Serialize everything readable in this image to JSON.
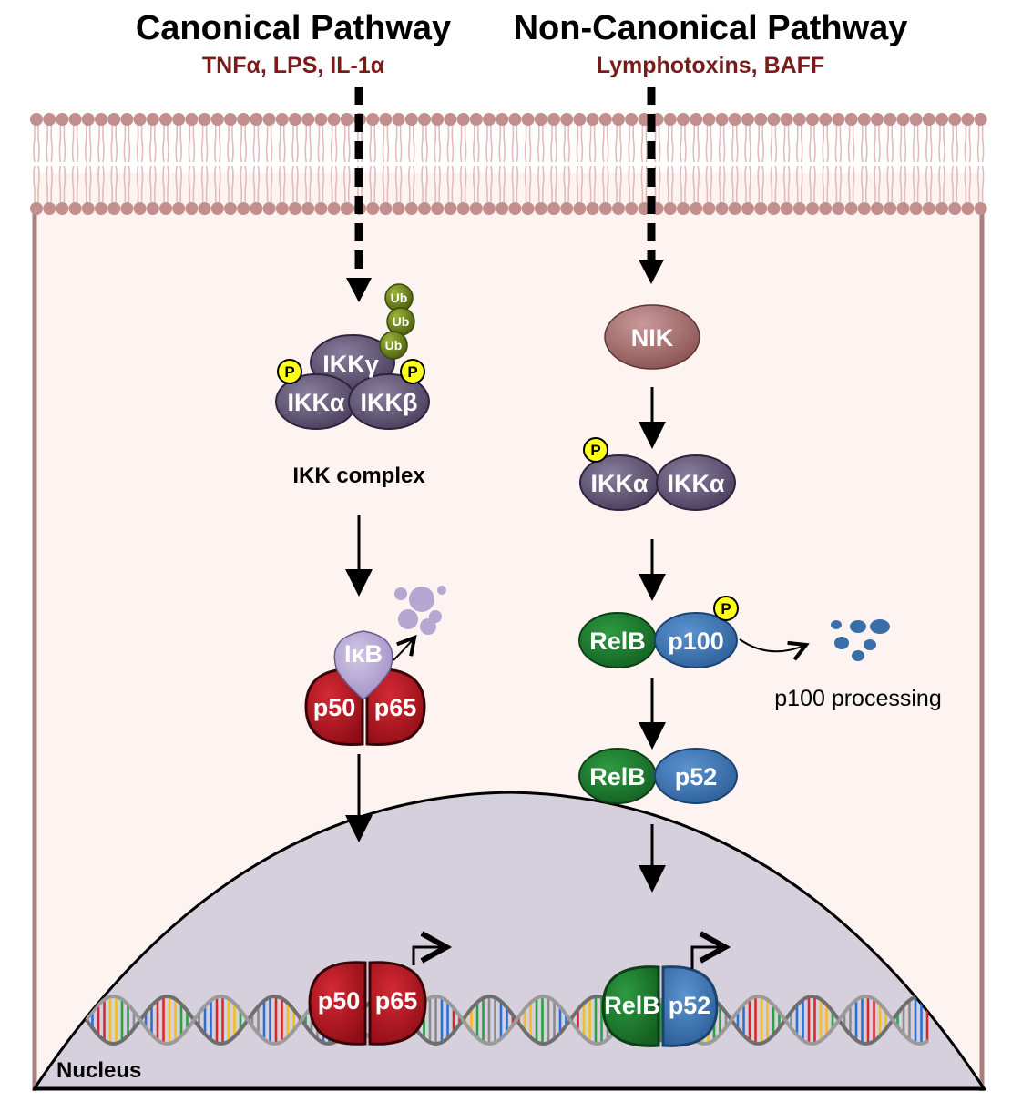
{
  "canonical": {
    "title": "Canonical Pathway",
    "stimuli": "TNFα, LPS, IL-1α",
    "ikk_gamma": "IKKγ",
    "ikk_alpha": "IKKα",
    "ikk_beta": "IKKβ",
    "ub": "Ub",
    "complex_label": "IKK complex",
    "ikb": "IκB",
    "p50": "p50",
    "p65": "p65"
  },
  "noncanonical": {
    "title": "Non-Canonical Pathway",
    "stimuli": "Lymphotoxins, BAFF",
    "nik": "NIK",
    "ikk_alpha_1": "IKKα",
    "ikk_alpha_2": "IKKα",
    "relb": "RelB",
    "p100": "p100",
    "p52": "p52",
    "processing_label": "p100 processing"
  },
  "phospho": "P",
  "nucleus_label": "Nucleus",
  "colors": {
    "stimulus_text": "#7a1a1a",
    "membrane_head": "#c28e8e",
    "membrane_tail": "#e2bcbc",
    "cytoplasm": "#fdf3f1",
    "cell_wall": "#a88080",
    "nucleus": "#d5d0dc",
    "ikk": "#5e5270",
    "ub": "#6a7f1c",
    "phospho": "#ffff1a",
    "ikb": "#b5a6d2",
    "p50_p65": "#b8141f",
    "nik": "#a06a6a",
    "relb": "#1c7a2c",
    "p100_p52": "#3a72b0",
    "degraded_ikb": "#b5a6d2",
    "degraded_p100": "#3a6ea8"
  }
}
